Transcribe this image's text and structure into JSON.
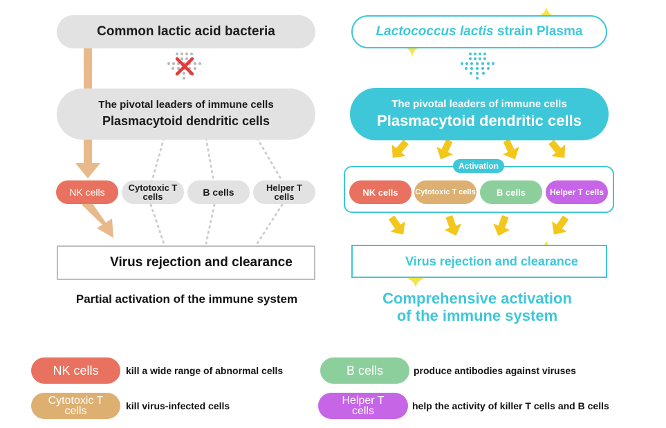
{
  "colors": {
    "nk": "#e8725f",
    "cytotoxic": "#ddb071",
    "b": "#8ccf9c",
    "helper": "#c665e6",
    "cyan": "#3ec7d8",
    "gray": "#e2e2e2",
    "arrow_orange": "#e9b98c",
    "arrow_yellow": "#f2c71a",
    "cross_red": "#e23b3b"
  },
  "left": {
    "source": "Common lactic acid bacteria",
    "pdc_line1": "The pivotal leaders of immune cells",
    "pdc_line2": "Plasmacytoid dendritic cells",
    "cells": {
      "nk": "NK cells",
      "cytotoxic_l1": "Cytotoxic T",
      "cytotoxic_l2": "cells",
      "b": "B cells",
      "helper_l1": "Helper T",
      "helper_l2": "cells"
    },
    "result": "Virus rejection and clearance",
    "caption": "Partial activation of the immune system"
  },
  "right": {
    "source_italic": "Lactococcus lactis",
    "source_rest": " strain Plasma",
    "pdc_line1": "The pivotal leaders of immune cells",
    "pdc_line2": "Plasmacytoid dendritic cells",
    "activation": "Activation",
    "cells": {
      "nk": "NK cells",
      "cytotoxic": "Cytotoxic T cells",
      "b": "B cells",
      "helper": "Helper T cells"
    },
    "result": "Virus rejection and clearance",
    "caption_l1": "Comprehensive activation",
    "caption_l2": "of the immune system"
  },
  "legend": {
    "nk_label": "NK cells",
    "nk_desc": "kill a wide range of abnormal cells",
    "cyto_label_l1": "Cytotoxic T",
    "cyto_label_l2": "cells",
    "cyto_desc": "kill virus-infected cells",
    "b_label": "B cells",
    "b_desc": "produce antibodies against viruses",
    "helper_label_l1": "Helper T",
    "helper_label_l2": "cells",
    "helper_desc": "help the activity of killer T cells and B cells"
  }
}
